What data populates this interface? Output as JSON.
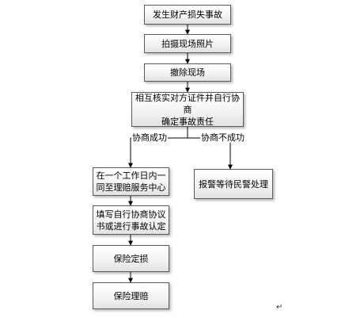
{
  "flowchart": {
    "nodes": {
      "incident": "发生财产损失事故",
      "photo": "拍摄现场照片",
      "clear": "撤除现场",
      "verify": "相互核实对方证件并自行协商\n确定事故责任",
      "service_center": "在一个工作日内一\n同至理赔服务中心",
      "agreement": "填写自行协商协议\n书或进行事故认定",
      "assess": "保险定损",
      "claim": "保险理赔",
      "police": "报警等待民警处理"
    },
    "branches": {
      "success": "协商成功",
      "failure": "协商不成功"
    },
    "paragraph_mark": "↵"
  }
}
